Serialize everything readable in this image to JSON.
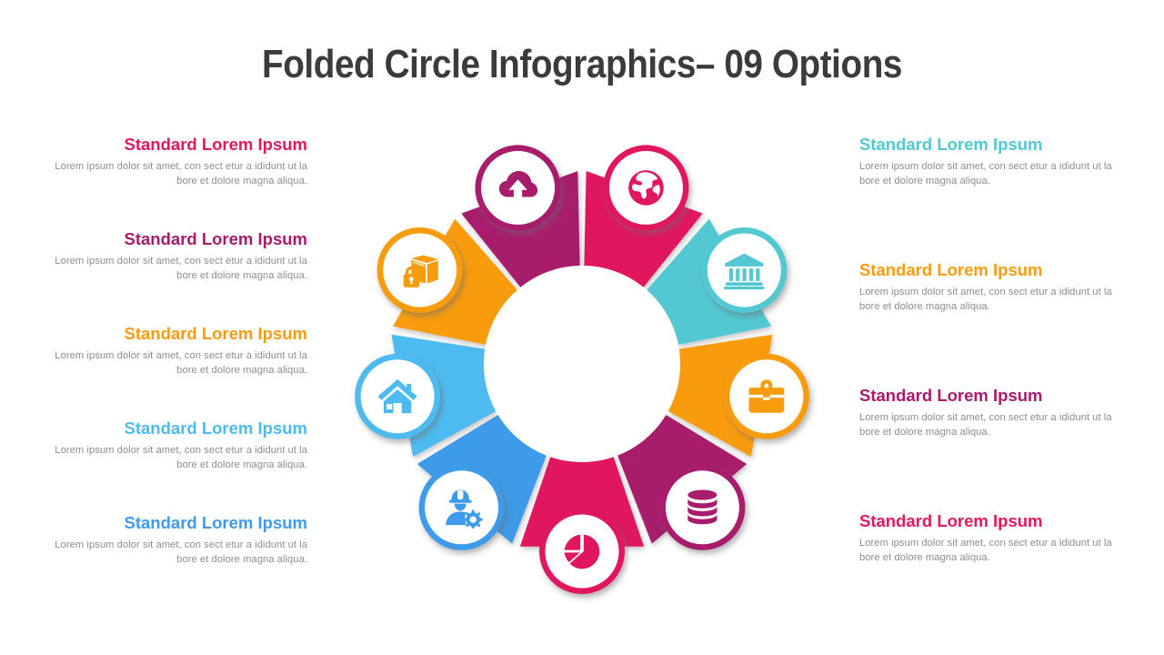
{
  "title": "Folded Circle Infographics– 09 Options",
  "body_text": "Lorem ipsum dolor sit  amet, con sect etur a ididunt ut la bore et dolore magna aliqua.",
  "colors": {
    "crimson": "#E0195E",
    "magenta": "#A81A6C",
    "teal": "#53C8D2",
    "orange": "#F89C0E",
    "sky": "#4DBBF0",
    "blue": "#3D9BE9",
    "title_gray": "#3b3b3b",
    "body_gray": "#8d8d92",
    "white": "#ffffff"
  },
  "left_items": [
    {
      "heading": "Standard Lorem Ipsum",
      "color": "#E0195E",
      "body": "Lorem ipsum dolor sit  amet, con sect etur a ididunt ut la bore et dolore magna aliqua."
    },
    {
      "heading": "Standard Lorem Ipsum",
      "color": "#A81A6C",
      "body": "Lorem ipsum dolor sit  amet, con sect etur a ididunt ut la bore et dolore magna aliqua."
    },
    {
      "heading": "Standard Lorem Ipsum",
      "color": "#F89C0E",
      "body": "Lorem ipsum dolor sit  amet, con sect etur a ididunt ut la bore et dolore magna aliqua."
    },
    {
      "heading": "Standard Lorem Ipsum",
      "color": "#4DBBF0",
      "body": "Lorem ipsum dolor sit  amet, con sect etur a ididunt ut la bore et dolore magna aliqua."
    },
    {
      "heading": "Standard Lorem Ipsum",
      "color": "#3D9BE9",
      "body": "Lorem ipsum dolor sit  amet, con sect etur a ididunt ut la bore et dolore magna aliqua."
    }
  ],
  "right_items": [
    {
      "heading": "Standard Lorem Ipsum",
      "color": "#53C8D2",
      "body": "Lorem ipsum dolor sit  amet, con sect etur a ididunt ut la bore et dolore magna aliqua."
    },
    {
      "heading": "Standard Lorem Ipsum",
      "color": "#F89C0E",
      "body": "Lorem ipsum dolor sit  amet, con sect etur a ididunt ut la bore et dolore magna aliqua."
    },
    {
      "heading": "Standard Lorem Ipsum",
      "color": "#A81A6C",
      "body": "Lorem ipsum dolor sit  amet, con sect etur a ididunt ut la bore et dolore magna aliqua."
    },
    {
      "heading": "Standard Lorem Ipsum",
      "color": "#E0195E",
      "body": "Lorem ipsum dolor sit  amet, con sect etur a ididunt ut la bore et dolore magna aliqua."
    }
  ],
  "wheel": {
    "segment_count": 9,
    "segments": [
      {
        "index": 1,
        "color": "#E0195E",
        "icon": "globe-icon",
        "position": "top-right"
      },
      {
        "index": 2,
        "color": "#53C8D2",
        "icon": "bank-icon",
        "position": "right-upper"
      },
      {
        "index": 3,
        "color": "#F89C0E",
        "icon": "briefcase-icon",
        "position": "right"
      },
      {
        "index": 4,
        "color": "#A81A6C",
        "icon": "database-icon",
        "position": "right-lower"
      },
      {
        "index": 5,
        "color": "#E0195E",
        "icon": "pie-chart-icon",
        "position": "bottom"
      },
      {
        "index": 6,
        "color": "#3D9BE9",
        "icon": "engineer-gear-icon",
        "position": "left-lower"
      },
      {
        "index": 7,
        "color": "#4DBBF0",
        "icon": "home-icon",
        "position": "left"
      },
      {
        "index": 8,
        "color": "#F89C0E",
        "icon": "secure-package-icon",
        "position": "left-upper"
      },
      {
        "index": 9,
        "color": "#A81A6C",
        "icon": "cloud-upload-icon",
        "position": "top-left"
      }
    ]
  }
}
